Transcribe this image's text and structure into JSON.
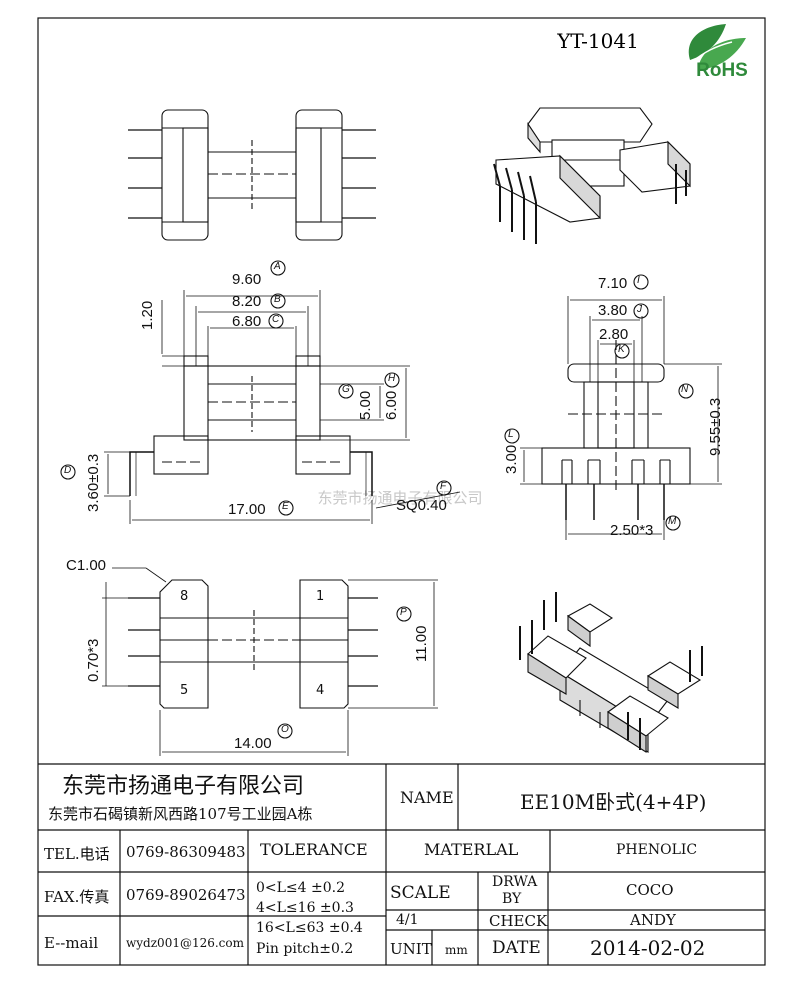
{
  "header": {
    "model": "YT-1041",
    "rohs": "RoHS"
  },
  "watermark": "东莞市扬通电子有限公司",
  "top_view": {
    "dims": {
      "a": "9.60",
      "b": "8.20",
      "c": "6.80",
      "flange": "1.20",
      "g": "5.00",
      "h": "6.00",
      "d": "3.60±0.3",
      "e": "17.00",
      "f": "SQ0.40"
    },
    "labels": {
      "a": "A",
      "b": "B",
      "c": "C",
      "d": "D",
      "e": "E",
      "f": "F",
      "g": "G",
      "h": "H"
    }
  },
  "side_view": {
    "dims": {
      "i": "7.10",
      "j": "3.80",
      "k": "2.80",
      "n": "9.55±0.3",
      "l": "3.00",
      "m": "2.50*3"
    },
    "labels": {
      "i": "I",
      "j": "J",
      "k": "K",
      "l": "L",
      "m": "M",
      "n": "N"
    }
  },
  "bottom_view": {
    "chamfer": "C1.00",
    "pins": {
      "p1": "1",
      "p4": "4",
      "p5": "5",
      "p8": "8"
    },
    "dims": {
      "p": "11.00",
      "pitch": "0.70*3",
      "o": "14.00"
    },
    "labels": {
      "o": "O",
      "p": "P"
    }
  },
  "title_block": {
    "company": "东莞市扬通电子有限公司",
    "address": "东莞市石碣镇新风西路107号工业园A栋",
    "name_label": "NAME",
    "name_value": "EE10M卧式(4+4P)",
    "tel_label": "TEL.电话",
    "tel_value": "0769-86309483",
    "fax_label": "FAX.传真",
    "fax_value": "0769-89026473",
    "email_label": "E--mail",
    "email_value": "wydz001@126.com",
    "tolerance_label": "TOLERANCE",
    "tol_1": "0<L≤4   ±0.2",
    "tol_2": "4<L≤16  ±0.3",
    "tol_3": "16<L≤63 ±0.4",
    "tol_4": "Pin pitch±0.2",
    "material_label": "MATERLAL",
    "material_value": "PHENOLIC",
    "scale_label": "SCALE",
    "scale_value": "4/1",
    "drawn_label_1": "DRWA",
    "drawn_label_2": "BY",
    "drawn_value": "COCO",
    "check_label": "CHECK",
    "check_value": "ANDY",
    "unit_label": "UNIT",
    "unit_value": "mm",
    "date_label": "DATE",
    "date_value": "2014-02-02"
  }
}
